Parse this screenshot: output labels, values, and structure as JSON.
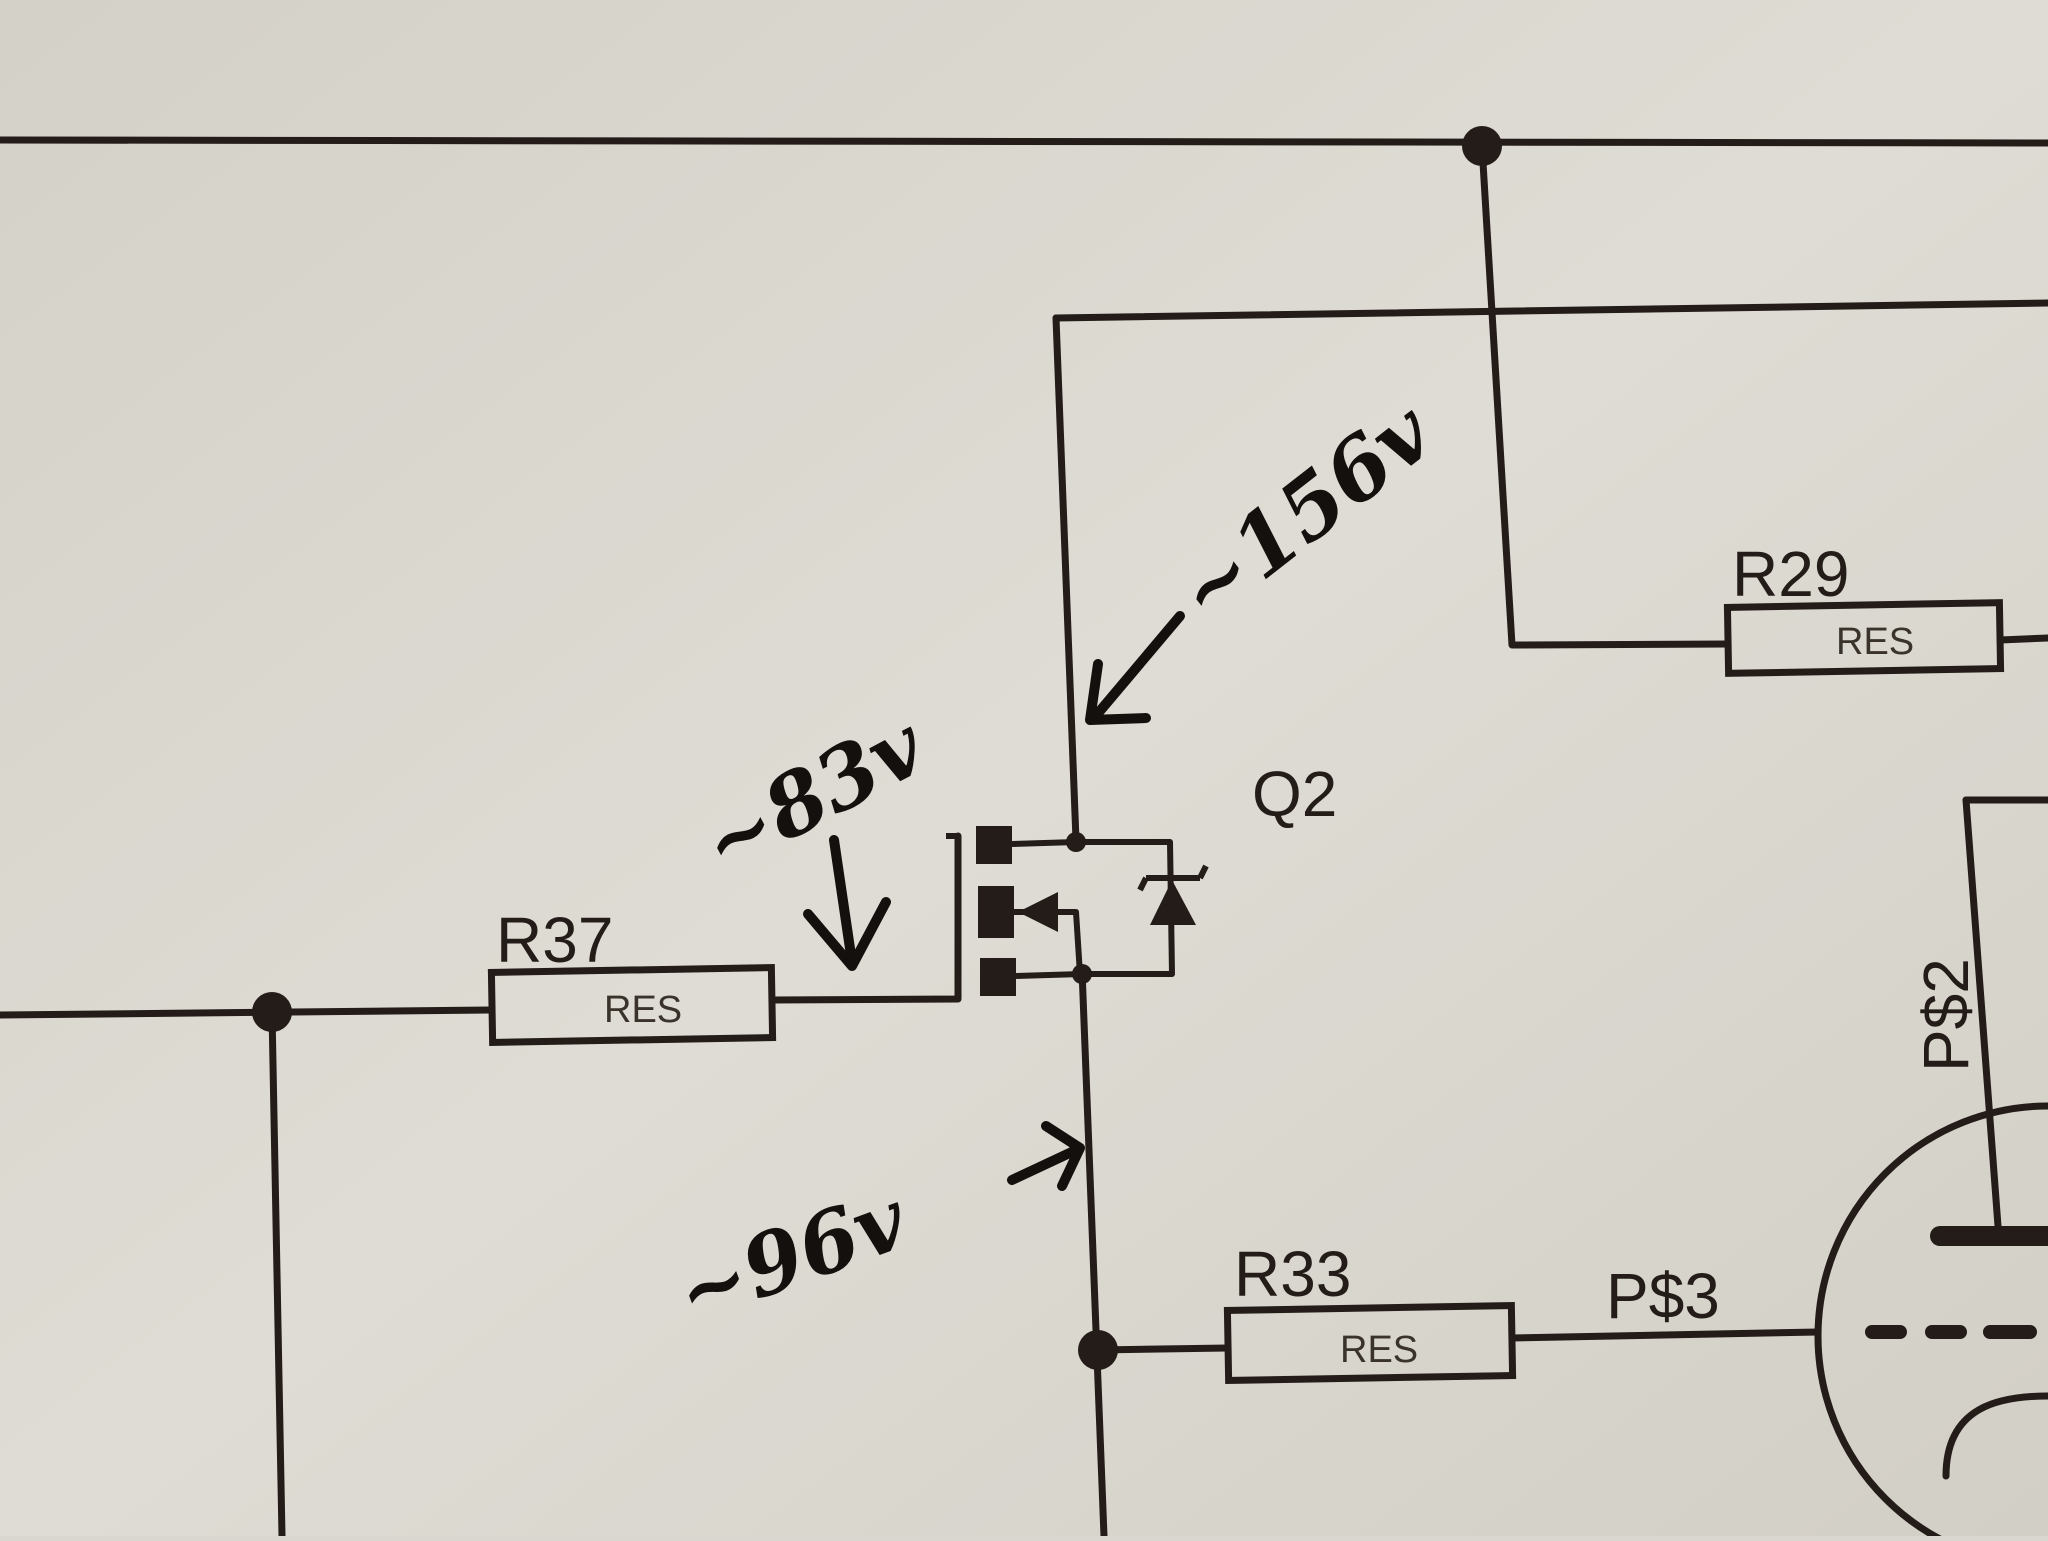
{
  "components": {
    "r37": {
      "ref": "R37",
      "value": "RES"
    },
    "r29": {
      "ref": "R29",
      "value": "RES"
    },
    "r33": {
      "ref": "R33",
      "value": "RES"
    },
    "q2": {
      "ref": "Q2"
    }
  },
  "pins": {
    "ps2": "P$2",
    "ps3": "P$3"
  },
  "annotations": {
    "gate_voltage": "~83v",
    "drain_voltage": "~156v",
    "source_voltage": "~96v"
  },
  "colors": {
    "ink": "#231c18",
    "paper": "#d9d7cf",
    "pen": "#14100e"
  }
}
